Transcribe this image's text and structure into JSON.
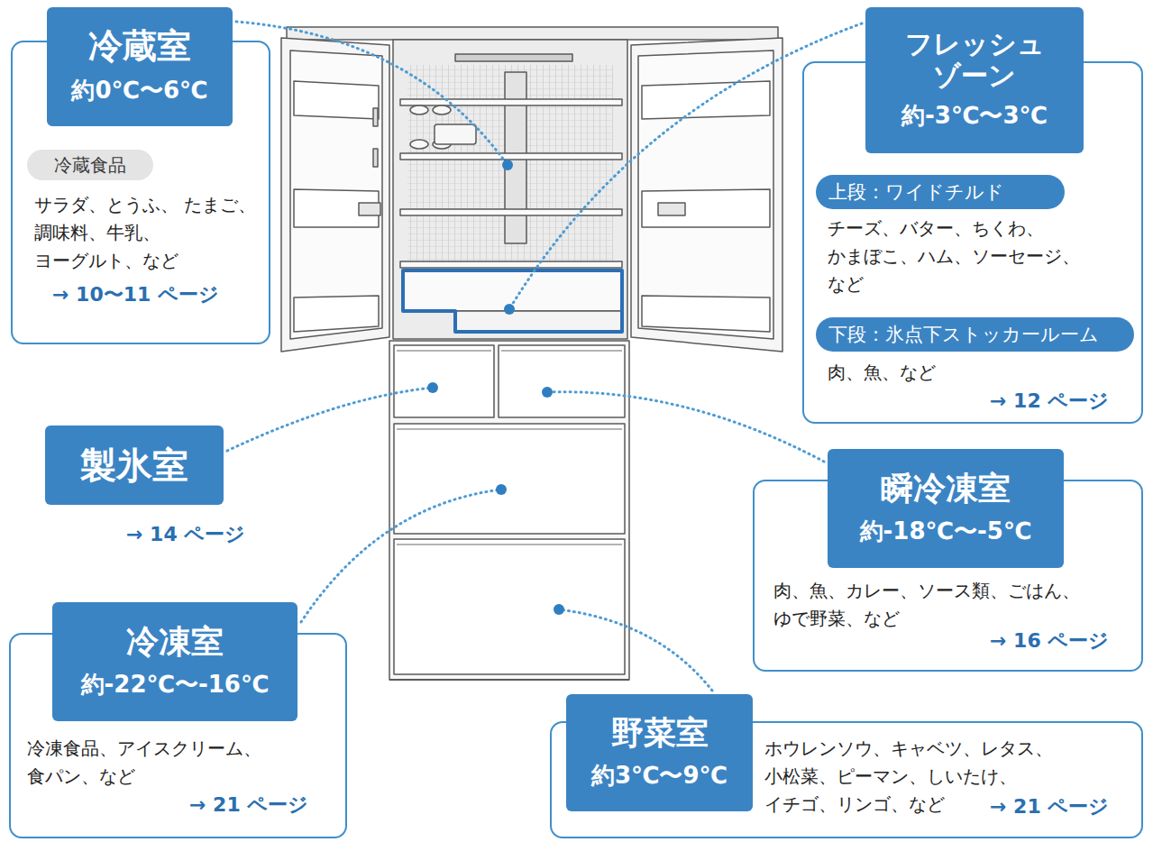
{
  "diagram": {
    "nodes": [
      {
        "text": [
          "サラダ、とうふ、 たまご、調味料、牛乳、 ヨーグルト、など",
          "→ 10〜11 ページ"
        ]
      },
      {
        "text": [
          "冷蔵室",
          "約0℃〜6℃"
        ],
        "in": 0
      },
      {
        "text": [
          "冷蔵食品"
        ],
        "in": 0
      },
      {
        "text": [
          "チーズ、バター、ちくわ、 かまぼこ、ハム、ソーセージ、 など",
          "肉、魚、など",
          "→ 12 ページ"
        ]
      },
      {
        "text": [
          "フレッシュ ゾーン",
          "約-3℃〜3℃"
        ],
        "in": 3
      },
      {
        "text": [
          "上段：ワイドチルド"
        ],
        "in": 3
      },
      {
        "text": [
          "下段：氷点下ストッカールーム"
        ],
        "in": 3
      },
      {
        "text": [
          "製氷室"
        ]
      },
      {
        "text": [
          "肉、魚、カレー、ソース類、ごはん、 ゆで野菜、など",
          "→ 16 ページ"
        ]
      },
      {
        "text": [
          "瞬冷凍室",
          "約-18℃〜-5℃"
        ],
        "in": 8
      },
      {
        "text": [
          "冷凍食品、アイスクリーム、 食パン、など",
          "→ 21 ページ"
        ]
      },
      {
        "text": [
          "冷凍室",
          "約-22℃〜-16℃"
        ],
        "in": 10
      },
      {
        "text": [
          "ホウレンソウ、キャベツ、レタス、 小松菜、ピーマン、しいたけ、 イチゴ、リンゴ、など",
          "→ 21 ページ"
        ]
      },
      {
        "text": [
          "野菜室",
          "約3℃〜9℃"
        ],
        "in": 12
      }
    ],
    "labels": [
      "→ 14 ページ"
    ]
  }
}
